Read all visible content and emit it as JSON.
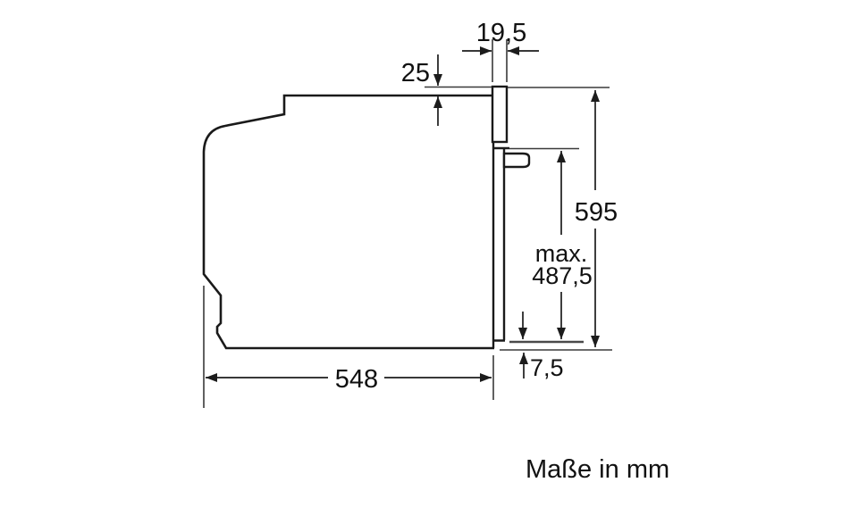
{
  "drawing": {
    "caption": "Maße in mm",
    "dimensions": {
      "front_overhang_width": "19,5",
      "top_offset": "25",
      "total_height": "595",
      "door_max_label": "max.",
      "door_max_value": "487,5",
      "bottom_offset": "7,5",
      "body_depth": "548"
    },
    "colors": {
      "background": "#ffffff",
      "line": "#1a1a1a"
    }
  }
}
